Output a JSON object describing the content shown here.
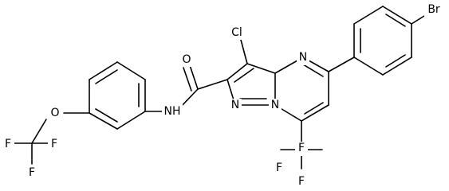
{
  "molecule": {
    "atoms": {
      "br": "Br",
      "cl": "Cl",
      "n_pyrimidine": "N",
      "n_bridge": "N",
      "n_pyrazole": "N",
      "o_carbonyl": "O",
      "nh_amide": "NH",
      "o_ether": "O",
      "f_cf3_top": "F",
      "f_cf3_left": "F",
      "f_cf3_bottom": "F",
      "f_ocf3_left": "F",
      "f_ocf3_mid": "F",
      "f_ocf3_bottom": "F"
    },
    "colors": {
      "ink": "#000000",
      "background": "#ffffff"
    }
  }
}
